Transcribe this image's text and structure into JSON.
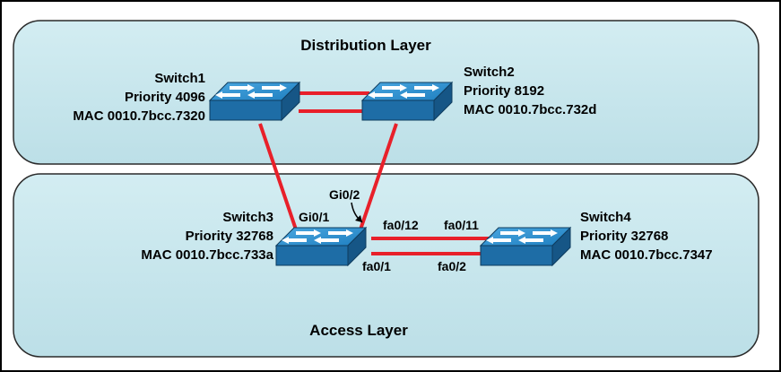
{
  "layers": {
    "distribution": {
      "title": "Distribution Layer"
    },
    "access": {
      "title": "Access Layer"
    }
  },
  "switches": {
    "s1": {
      "name": "Switch1",
      "priority": "Priority 4096",
      "mac": "MAC 0010.7bcc.7320"
    },
    "s2": {
      "name": "Switch2",
      "priority": "Priority 8192",
      "mac": "MAC 0010.7bcc.732d"
    },
    "s3": {
      "name": "Switch3",
      "priority": "Priority 32768",
      "mac": "MAC 0010.7bcc.733a"
    },
    "s4": {
      "name": "Switch4",
      "priority": "Priority 32768",
      "mac": "MAC 0010.7bcc.7347"
    }
  },
  "ports": {
    "gi02": "Gi0/2",
    "gi01": "Gi0/1",
    "fa012": "fa0/12",
    "fa011": "fa0/11",
    "fa01": "fa0/1",
    "fa02": "fa0/2"
  },
  "colors": {
    "layer_fill": "#c7e6ec",
    "link": "#e8202a",
    "switch_top": "#2b8fce",
    "switch_side": "#1f6fa6",
    "switch_front": "#1a5d8f"
  }
}
